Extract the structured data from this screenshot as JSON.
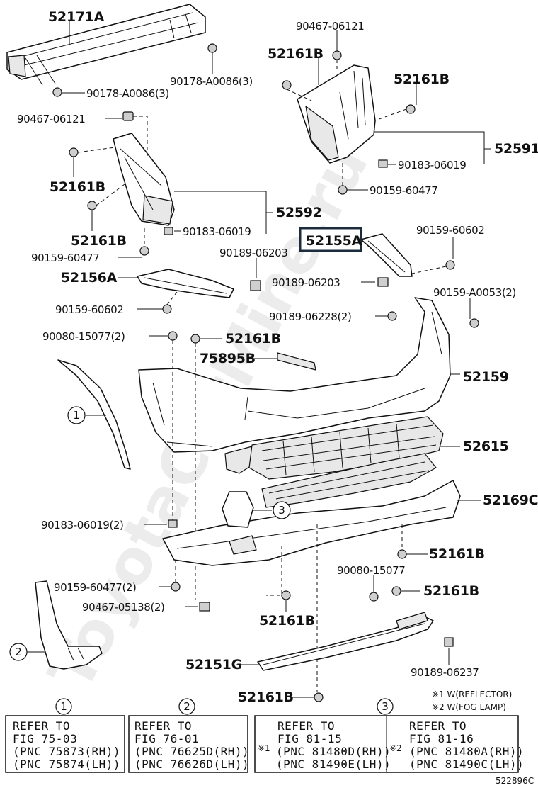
{
  "watermark": "ToyotaCarMine.ru",
  "parts": {
    "p52171A": "52171A",
    "p90178_a": "90178-A0086(3)",
    "p90178_b": "90178-A0086(3)",
    "p90467_top": "90467-06121",
    "p52161B_1": "52161B",
    "p52161B_2": "52161B",
    "p52591": "52591",
    "p90183_right": "90183-06019",
    "p90159_60477_right": "90159-60477",
    "p90467_left": "90467-06121",
    "p52161B_3": "52161B",
    "p52592": "52592",
    "p52161B_4": "52161B",
    "p90183_left": "90183-06019",
    "p90159_60477_left": "90159-60477",
    "p52155A": "52155A",
    "p90159_60602_right": "90159-60602",
    "p90189_06203_mid": "90189-06203",
    "p52156A": "52156A",
    "p90189_06203_right": "90189-06203",
    "p90159_A0053": "90159-A0053(2)",
    "p90159_60602_left": "90159-60602",
    "p90189_06228": "90189-06228(2)",
    "p90080_15077_2": "90080-15077(2)",
    "p52161B_5": "52161B",
    "p75895B": "75895B",
    "p52159": "52159",
    "p52615": "52615",
    "p52169C": "52169C",
    "p90183_bottom": "90183-06019(2)",
    "p52161B_6": "52161B",
    "p90080_15077": "90080-15077",
    "p90159_60477_2": "90159-60477(2)",
    "p52161B_7": "52161B",
    "p90467_05138": "90467-05138(2)",
    "p52161B_8": "52161B",
    "p52151G": "52151G",
    "p90189_06237": "90189-06237",
    "p52161B_9": "52161B"
  },
  "callouts": [
    "1",
    "2",
    "3"
  ],
  "notes": {
    "note1": "※1 W(REFLECTOR)",
    "note2": "※2 W(FOG LAMP)"
  },
  "references": {
    "box1": {
      "num": "1",
      "l1": "REFER TO",
      "l2": "FIG 75-03",
      "l3": "(PNC 75873(RH))",
      "l4": "(PNC 75874(LH))"
    },
    "box2": {
      "num": "2",
      "l1": "REFER TO",
      "l2": "FIG 76-01",
      "l3": "(PNC 76625D(RH))",
      "l4": "(PNC 76626D(LH))"
    },
    "box3a": {
      "l1": "REFER TO",
      "l2": "FIG 81-15",
      "mark": "※1",
      "l3": "(PNC 81480D(RH))",
      "l4": "(PNC 81490E(LH))"
    },
    "box3b": {
      "num": "3",
      "l1": "REFER TO",
      "l2": "FIG 81-16",
      "mark": "※2",
      "l3": "(PNC 81480A(RH))",
      "l4": "(PNC 81490C(LH))"
    }
  },
  "diagram_code": "522896C"
}
